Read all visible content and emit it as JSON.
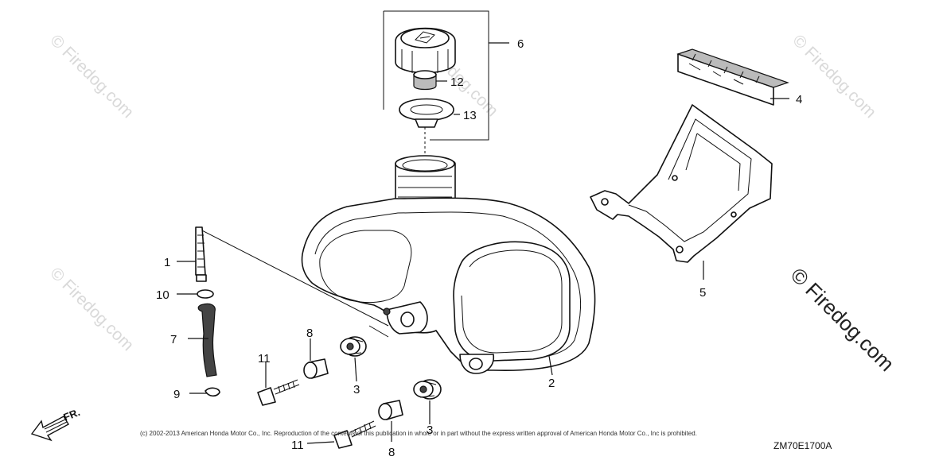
{
  "watermarks": {
    "small": "© Firedog.com",
    "large": "© Firedog.com"
  },
  "callouts": {
    "c1": "1",
    "c2": "2",
    "c3a": "3",
    "c3b": "3",
    "c4": "4",
    "c5": "5",
    "c6": "6",
    "c7": "7",
    "c8a": "8",
    "c8b": "8",
    "c9": "9",
    "c10": "10",
    "c11a": "11",
    "c11b": "11",
    "c12": "12",
    "c13": "13"
  },
  "direction_label": "FR.",
  "copyright": "(c) 2002-2013 American Honda Motor Co., Inc. Reproduction of the contents of this publication in whole or in part without the express written approval of American Honda Motor Co., Inc is prohibited.",
  "diagram_code": "ZM70E1700A"
}
